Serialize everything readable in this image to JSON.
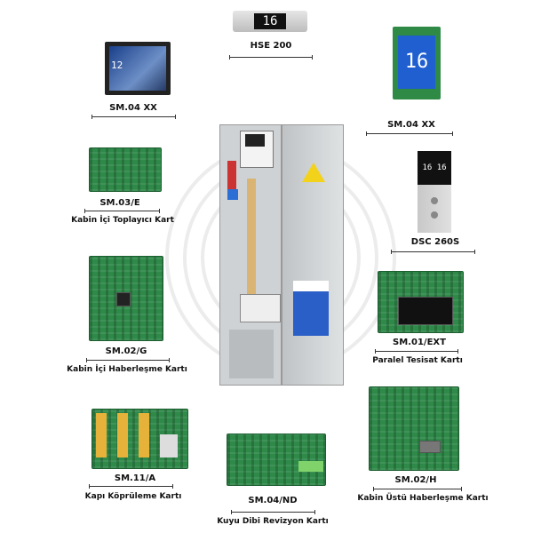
{
  "center": {
    "name": "elevator-control-cabinet"
  },
  "products": [
    {
      "id": "hse200",
      "code": "HSE 200",
      "display_text": "16"
    },
    {
      "id": "sm04xx-left",
      "code": "SM.04 XX",
      "display_text": "12"
    },
    {
      "id": "sm04xx-right",
      "code": "SM.04 XX",
      "display_text": "16"
    },
    {
      "id": "sm03e",
      "code": "SM.03/E",
      "description": "Kabin İçi Toplayıcı Kart"
    },
    {
      "id": "dsc260s",
      "code": "DSC 260S",
      "display_text": "16 16"
    },
    {
      "id": "sm02g",
      "code": "SM.02/G",
      "description": "Kabin İçi Haberleşme Kartı"
    },
    {
      "id": "sm01ext",
      "code": "SM.01/EXT",
      "description": "Paralel Tesisat Kartı"
    },
    {
      "id": "sm11a",
      "code": "SM.11/A",
      "description": "Kapı Köprüleme Kartı"
    },
    {
      "id": "sm04nd",
      "code": "SM.04/ND",
      "description": "Kuyu Dibi Revizyon Kartı"
    },
    {
      "id": "sm02h",
      "code": "SM.02/H",
      "description": "Kabin Üstü Haberleşme Kartı"
    }
  ],
  "colors": {
    "pcb": "#2f8a4a",
    "screen_blue": "#1f5fd0",
    "warning": "#f3d21b",
    "ring": "#ececec"
  }
}
